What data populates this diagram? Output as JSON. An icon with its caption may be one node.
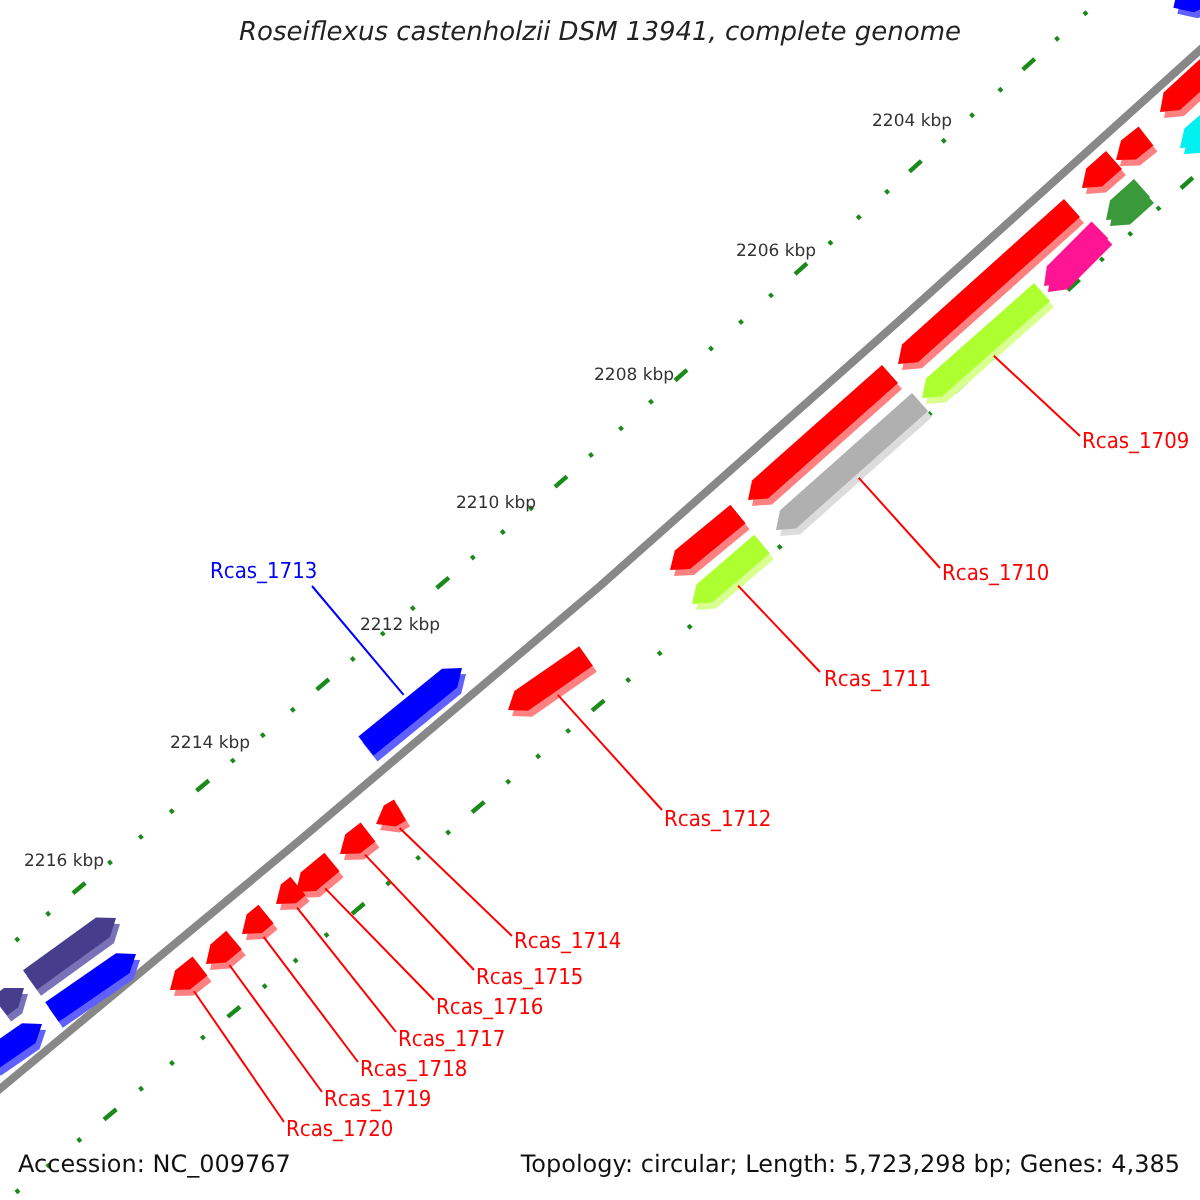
{
  "diagram": {
    "title": "Roseiflexus castenholzii DSM 13941, complete genome",
    "nodes": [
      {
        "text": [
          "Rcas_1709"
        ]
      },
      {
        "text": [
          "Rcas_1710"
        ]
      },
      {
        "text": [
          "Rcas_1711"
        ]
      },
      {
        "text": [
          "Rcas_1712"
        ]
      },
      {
        "text": [
          "Rcas_1713"
        ]
      },
      {
        "text": [
          "Rcas_1714"
        ]
      },
      {
        "text": [
          "Rcas_1715"
        ]
      },
      {
        "text": [
          "Rcas_1716"
        ]
      },
      {
        "text": [
          "Rcas_1717"
        ]
      },
      {
        "text": [
          "Rcas_1718"
        ]
      },
      {
        "text": [
          "Rcas_1719"
        ]
      },
      {
        "text": [
          "Rcas_1720"
        ]
      },
      {
        "text": [],
        "shape": "arrow"
      },
      {
        "text": [],
        "shape": "arrow"
      },
      {
        "text": [],
        "shape": "arrow"
      },
      {
        "text": [],
        "shape": "arrow"
      },
      {
        "text": [],
        "shape": "arrow"
      },
      {
        "text": [],
        "shape": "arrow"
      },
      {
        "text": [],
        "shape": "arrow"
      },
      {
        "text": [],
        "shape": "arrow"
      },
      {
        "text": [],
        "shape": "arrow"
      },
      {
        "text": [],
        "shape": "arrow"
      },
      {
        "text": [],
        "shape": "arrow"
      },
      {
        "text": [],
        "shape": "arrow"
      },
      {
        "text": [],
        "shape": "arrow"
      },
      {
        "text": [],
        "shape": "arrow"
      },
      {
        "text": [],
        "shape": "arrow"
      },
      {
        "text": [],
        "shape": "arrow"
      },
      {
        "text": [],
        "shape": "arrow"
      },
      {
        "text": [],
        "shape": "arrow"
      },
      {
        "text": [],
        "shape": "arrow"
      },
      {
        "text": [],
        "shape": "arrow"
      },
      {
        "text": [],
        "shape": "arrow"
      },
      {
        "text": [],
        "shape": "arrow"
      },
      {
        "text": [],
        "shape": "arrow"
      },
      {
        "text": [],
        "shape": "arrow"
      },
      {
        "text": [],
        "shape": "arrow"
      },
      {
        "text": [],
        "shape": "arrow"
      }
    ],
    "edges": [
      {
        "from": 0,
        "to": 12,
        "arrow": "none"
      },
      {
        "from": 1,
        "to": 13,
        "arrow": "none"
      },
      {
        "from": 2,
        "to": 14,
        "arrow": "none"
      },
      {
        "from": 3,
        "to": 15,
        "arrow": "none"
      },
      {
        "from": 4,
        "to": 16,
        "arrow": "none",
        "color": "#0000ff"
      },
      {
        "from": 5,
        "to": 17,
        "arrow": "none"
      },
      {
        "from": 6,
        "to": 18,
        "arrow": "none"
      },
      {
        "from": 7,
        "to": 19,
        "arrow": "none"
      },
      {
        "from": 8,
        "to": 20,
        "arrow": "none"
      },
      {
        "from": 9,
        "to": 21,
        "arrow": "none"
      },
      {
        "from": 10,
        "to": 22,
        "arrow": "none"
      },
      {
        "from": 11,
        "to": 23,
        "arrow": "none"
      }
    ],
    "labels": [
      "2204 kbp",
      "2206 kbp",
      "2208 kbp",
      "2210 kbp",
      "2212 kbp",
      "2214 kbp",
      "2216 kbp",
      "Accession: NC_009767",
      "Topology: circular; Length: 5,723,298 bp; Genes: 4,385"
    ]
  }
}
